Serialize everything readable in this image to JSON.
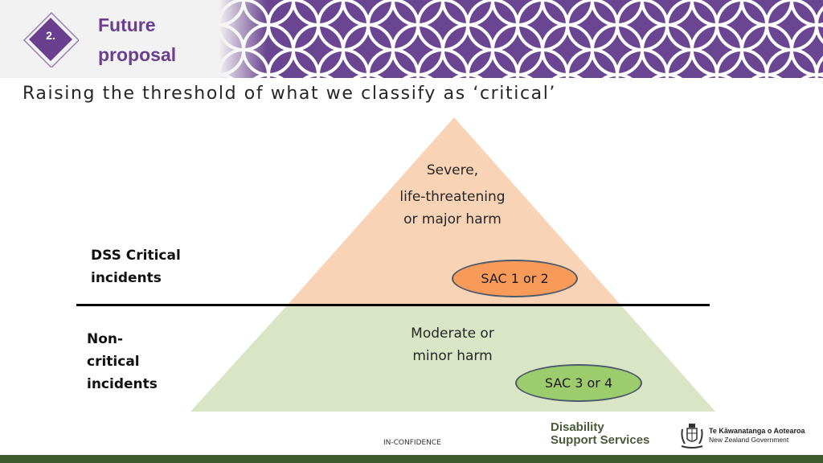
{
  "header": {
    "badge_number": "2.",
    "title_line1": "Future",
    "title_line2": "proposal"
  },
  "subtitle": "Raising the threshold of what we classify as ‘critical’",
  "pyramid": {
    "top_text": [
      "Severe,",
      "life-threatening",
      "or major harm"
    ],
    "bottom_text": [
      "Moderate or",
      "minor harm"
    ],
    "top_oval": "SAC 1 or 2",
    "bottom_oval": "SAC 3 or 4"
  },
  "labels": {
    "critical": [
      "DSS Critical",
      "incidents"
    ],
    "non_critical": [
      "Non-",
      "critical",
      "incidents"
    ]
  },
  "footer": {
    "classification": "IN-CONFIDENCE",
    "dss_logo": [
      "Disability",
      "Support Services"
    ],
    "govt_line1": "Te Kāwanatanga o Aotearoa",
    "govt_line2": "New Zealand Government"
  },
  "colors": {
    "title_purple": "#6b3f8f",
    "pattern_purple": "#6a4591",
    "top_fill": "#f9d3b6",
    "bottom_fill": "#d9e5c4",
    "top_oval": "#f79a5a",
    "bottom_oval": "#9ccc6c",
    "footer_green": "#3c5a2f"
  }
}
